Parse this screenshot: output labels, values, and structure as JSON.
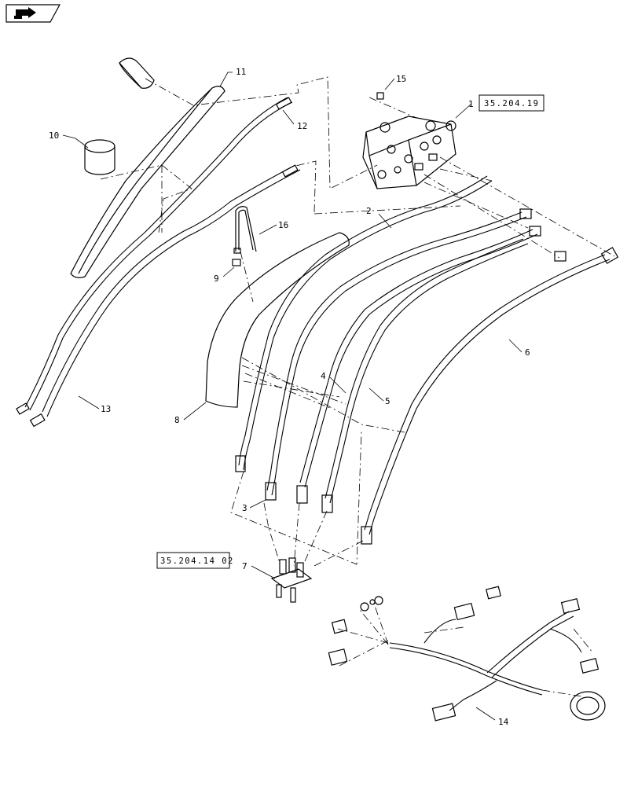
{
  "nav": {
    "icon": "arrow-hand-icon"
  },
  "refs": {
    "valve_ref": "35.204.19",
    "coupler_ref": "35.204.14 02"
  },
  "callouts": {
    "c1": "1",
    "c2": "2",
    "c3": "3",
    "c4": "4",
    "c5": "5",
    "c6": "6",
    "c7": "7",
    "c8": "8",
    "c9": "9",
    "c10": "10",
    "c11": "11",
    "c12": "12",
    "c13": "13",
    "c14": "14",
    "c15": "15",
    "c16": "16"
  }
}
